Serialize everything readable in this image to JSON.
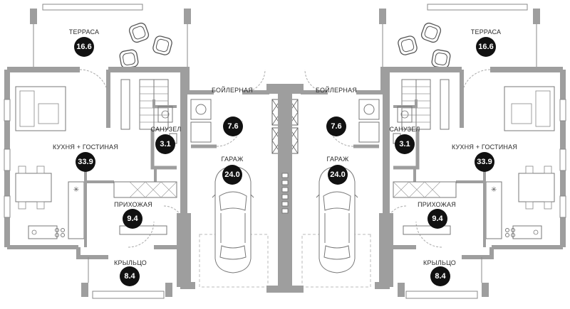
{
  "colors": {
    "wall": "#9e9e9e",
    "line": "#7a7a7a",
    "badge": "#111111"
  },
  "rooms": [
    {
      "id": "terrace-left",
      "name": "ТЕРРАСА",
      "area": "16.6"
    },
    {
      "id": "boiler-left",
      "name": "БОЙЛЕРНАЯ",
      "area": "7.6"
    },
    {
      "id": "bath-left",
      "name": "САНУЗЕЛ",
      "area": "3.1"
    },
    {
      "id": "kitchen-left",
      "name": "КУХНЯ + ГОСТИНАЯ",
      "area": "33.9"
    },
    {
      "id": "garage-left",
      "name": "ГАРАЖ",
      "area": "24.0"
    },
    {
      "id": "hall-left",
      "name": "ПРИХОЖАЯ",
      "area": "9.4"
    },
    {
      "id": "porch-left",
      "name": "КРЫЛЬЦО",
      "area": "8.4"
    },
    {
      "id": "terrace-right",
      "name": "ТЕРРАСА",
      "area": "16.6"
    },
    {
      "id": "boiler-right",
      "name": "БОЙЛЕРНАЯ",
      "area": "7.6"
    },
    {
      "id": "bath-right",
      "name": "САНУЗЕЛ",
      "area": "3.1"
    },
    {
      "id": "kitchen-right",
      "name": "КУХНЯ + ГОСТИНАЯ",
      "area": "33.9"
    },
    {
      "id": "garage-right",
      "name": "ГАРАЖ",
      "area": "24.0"
    },
    {
      "id": "hall-right",
      "name": "ПРИХОЖАЯ",
      "area": "9.4"
    },
    {
      "id": "porch-right",
      "name": "КРЫЛЬЦО",
      "area": "8.4"
    }
  ]
}
